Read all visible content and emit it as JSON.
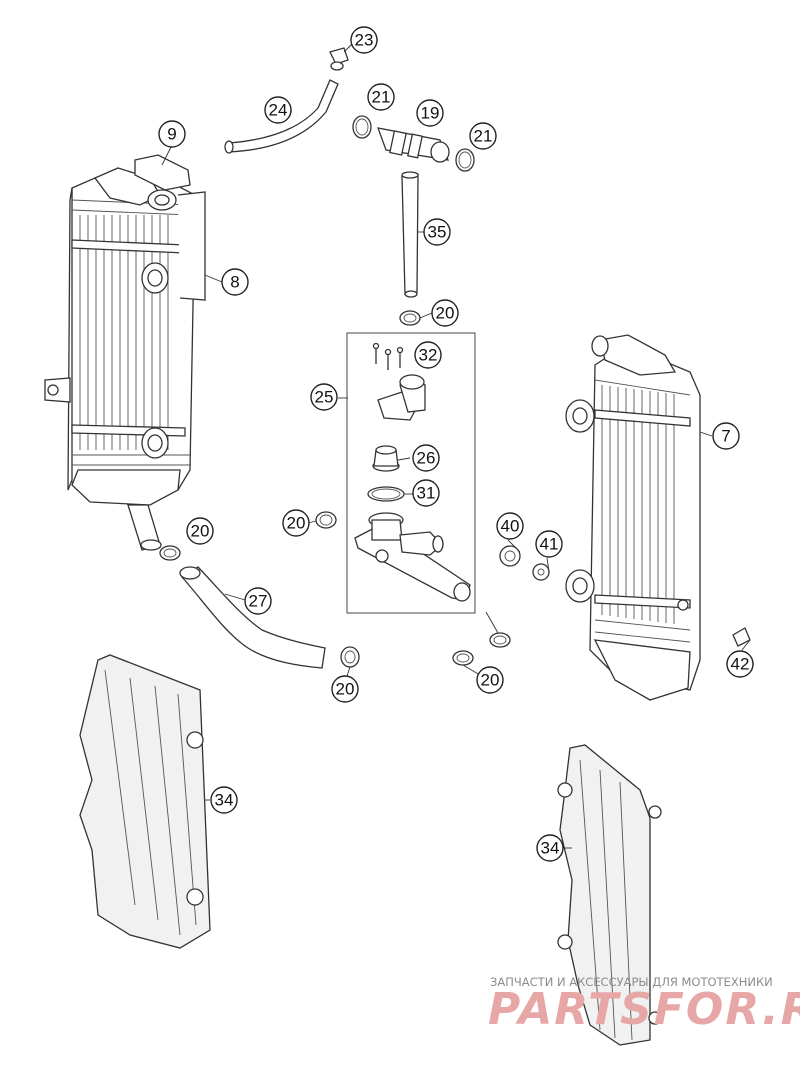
{
  "callouts": {
    "c23": "23",
    "c24": "24",
    "c21a": "21",
    "c19": "19",
    "c21b": "21",
    "c9": "9",
    "c8": "8",
    "c35": "35",
    "c20a": "20",
    "c32": "32",
    "c25": "25",
    "c7": "7",
    "c26": "26",
    "c31": "31",
    "c20b": "20",
    "c20c": "20",
    "c40": "40",
    "c41": "41",
    "c27": "27",
    "c20d": "20",
    "c20e": "20",
    "c42": "42",
    "c34a": "34",
    "c34b": "34"
  },
  "watermark": {
    "caption": "ЗАПЧАСТИ И АКСЕССУАРЫ ДЛЯ МОТОТЕХНИКИ",
    "brand": "PARTSFOR.RU"
  },
  "colors": {
    "line": "#333333",
    "watermark_brand": "#e7a7a7",
    "watermark_caption": "#8c8c8c"
  }
}
